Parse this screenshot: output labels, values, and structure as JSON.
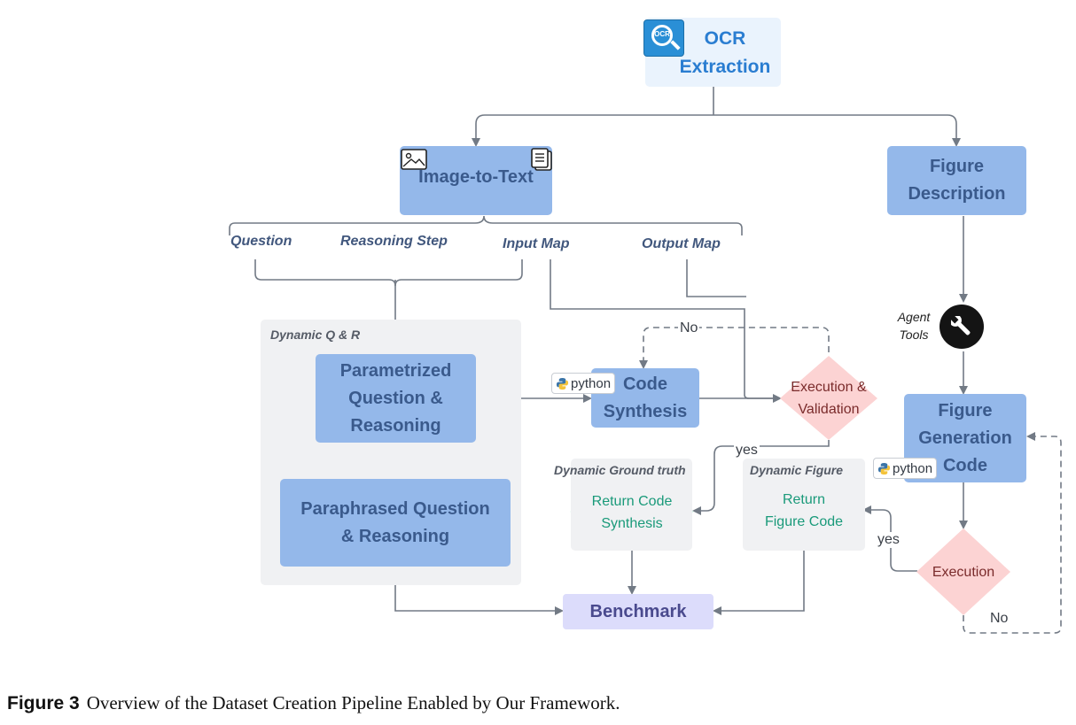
{
  "nodes": {
    "ocr": {
      "label": "OCR\nExtraction",
      "icon": "ocr-icon",
      "icon_text": "OCR"
    },
    "image_to_text": {
      "label": "Image-to-Text"
    },
    "figure_description": {
      "label": "Figure\nDescription"
    },
    "parametrized": {
      "label": "Parametrized\nQuestion &\nReasoning"
    },
    "paraphrased": {
      "label": "Paraphrased Question\n& Reasoning"
    },
    "code_synthesis": {
      "label": "Code\nSynthesis",
      "badge": "python"
    },
    "execution_validation": {
      "label": "Execution &\nValidation"
    },
    "return_code": {
      "label": "Return Code\nSynthesis"
    },
    "return_figure": {
      "label": "Return\nFigure Code"
    },
    "figure_generation": {
      "label": "Figure\nGeneration\nCode",
      "badge": "python"
    },
    "execution": {
      "label": "Execution"
    },
    "benchmark": {
      "label": "Benchmark"
    },
    "agent_tools": {
      "label": "Agent\nTools",
      "icon": "wrench-icon"
    }
  },
  "fields": [
    "Question",
    "Reasoning Step",
    "Input Map",
    "Output Map"
  ],
  "groups": {
    "dynamic_qr": "Dynamic Q & R",
    "dynamic_gt": "Dynamic Ground truth",
    "dynamic_figure": "Dynamic Figure"
  },
  "edge_labels": {
    "no_top": "No",
    "yes_left": "yes",
    "yes_right": "yes",
    "no_bottom": "No"
  },
  "caption": {
    "number": "Figure 3",
    "text": "Overview of the Dataset Creation Pipeline Enabled by Our Framework."
  },
  "colors": {
    "box_blue": "#94b8ea",
    "box_text": "#3a5a8c",
    "pink": "#fcd3d3",
    "pink_text": "#7a2b2b",
    "mint": "#d7f7ea",
    "mint_text": "#1a9a7a",
    "lavender": "#dcdcfb",
    "lavender_text": "#4a4a8e",
    "group_gray": "#f0f1f3",
    "arrow": "#727a85"
  }
}
